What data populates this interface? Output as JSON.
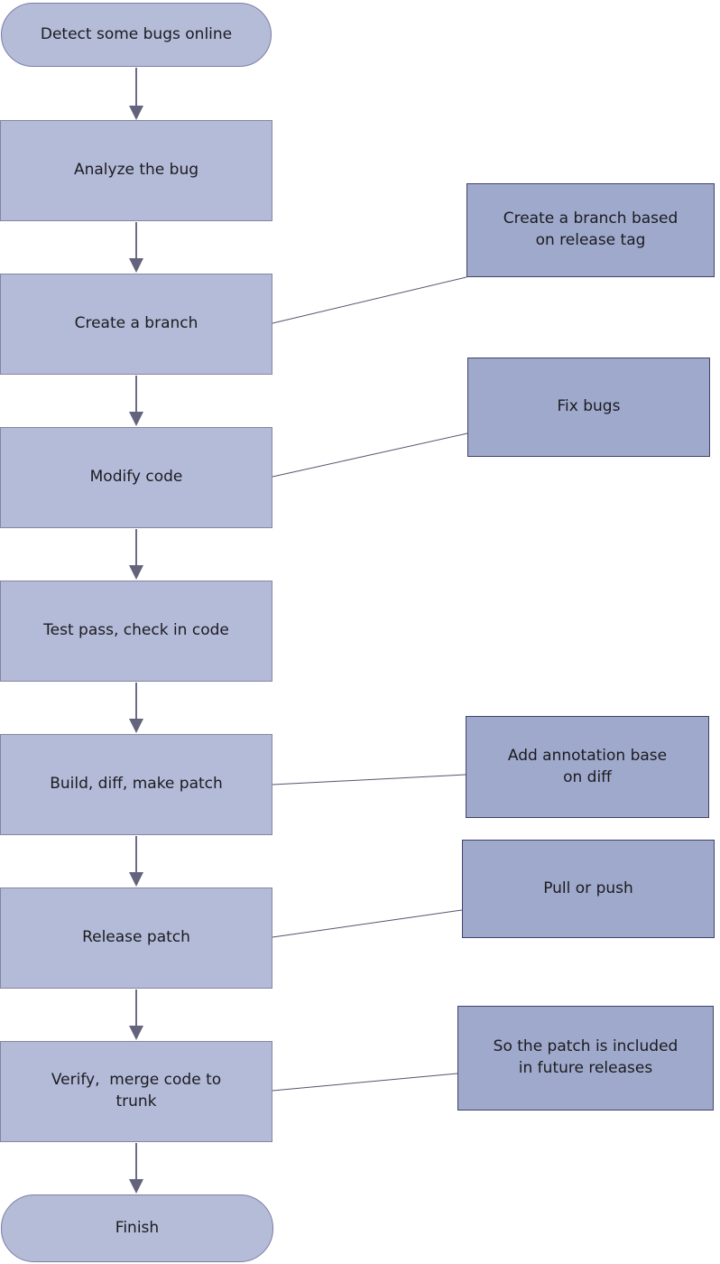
{
  "diagram": {
    "type": "flowchart",
    "title": "",
    "colors": {
      "process_fill": "#b4bbd8",
      "process_border": "#85869f",
      "terminator_fill": "#b5bcd8",
      "terminator_border": "#7c7ea6",
      "annotation_fill": "#9fa9cb",
      "annotation_border": "#41436b",
      "arrow": "#63637e",
      "connector_line": "#54556e",
      "text": "#1b1b20",
      "background": "#ffffff"
    },
    "nodes": [
      {
        "id": "start",
        "type": "terminator",
        "label": "Detect some bugs online"
      },
      {
        "id": "analyze",
        "type": "process",
        "label": "Analyze the bug"
      },
      {
        "id": "create-branch",
        "type": "process",
        "label": "Create a branch"
      },
      {
        "id": "modify-code",
        "type": "process",
        "label": "Modify code"
      },
      {
        "id": "test-pass",
        "type": "process",
        "label": "Test pass, check in code"
      },
      {
        "id": "build-diff-make-patch",
        "type": "process",
        "label": "Build, diff, make patch"
      },
      {
        "id": "release-patch",
        "type": "process",
        "label": "Release patch"
      },
      {
        "id": "verify-merge",
        "type": "process",
        "label": "Verify,  merge code to trunk"
      },
      {
        "id": "finish",
        "type": "terminator",
        "label": "Finish"
      }
    ],
    "edges": [
      {
        "from": "start",
        "to": "analyze"
      },
      {
        "from": "analyze",
        "to": "create-branch"
      },
      {
        "from": "create-branch",
        "to": "modify-code"
      },
      {
        "from": "modify-code",
        "to": "test-pass"
      },
      {
        "from": "test-pass",
        "to": "build-diff-make-patch"
      },
      {
        "from": "build-diff-make-patch",
        "to": "release-patch"
      },
      {
        "from": "release-patch",
        "to": "verify-merge"
      },
      {
        "from": "verify-merge",
        "to": "finish"
      }
    ],
    "annotations": [
      {
        "for": "create-branch",
        "label": "Create a branch based on release tag"
      },
      {
        "for": "modify-code",
        "label": "Fix bugs"
      },
      {
        "for": "build-diff-make-patch",
        "label": "Add annotation base on diff"
      },
      {
        "for": "release-patch",
        "label": "Pull or push"
      },
      {
        "for": "verify-merge",
        "label": "So the patch is included in future releases"
      }
    ]
  }
}
